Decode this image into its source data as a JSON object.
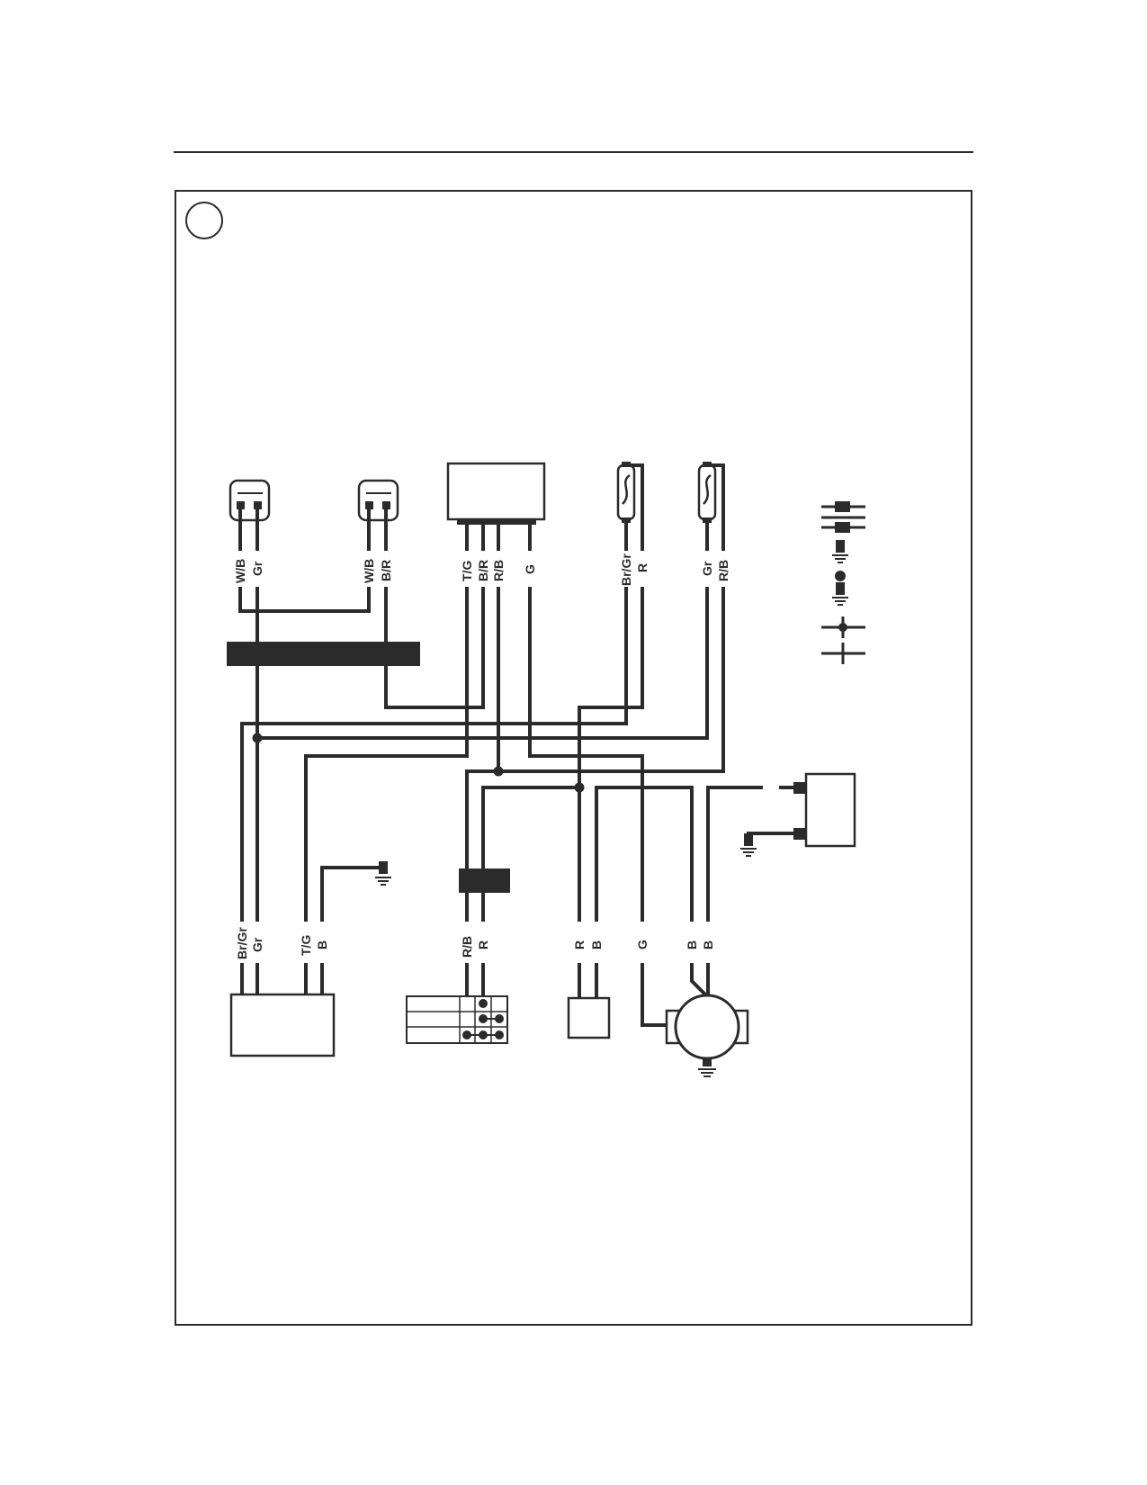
{
  "labels": {
    "h1_wb": "W/B",
    "h1_gr": "Gr",
    "h2_wb": "W/B",
    "h2_br": "B/R",
    "m_tg": "T/G",
    "m_br": "B/R",
    "m_rb": "R/B",
    "m_g": "G",
    "f1_brgr": "Br/Gr",
    "f1_r": "R",
    "f2_gr": "Gr",
    "f2_rb": "R/B",
    "b1_brgr": "Br/Gr",
    "b1_gr": "Gr",
    "b1_tg": "T/G",
    "b1_b": "B",
    "b2_rb": "R/B",
    "b2_r": "R",
    "b3_r": "R",
    "b3_b": "B",
    "b4_g": "G",
    "b5_b1": "B",
    "b5_b2": "B"
  }
}
